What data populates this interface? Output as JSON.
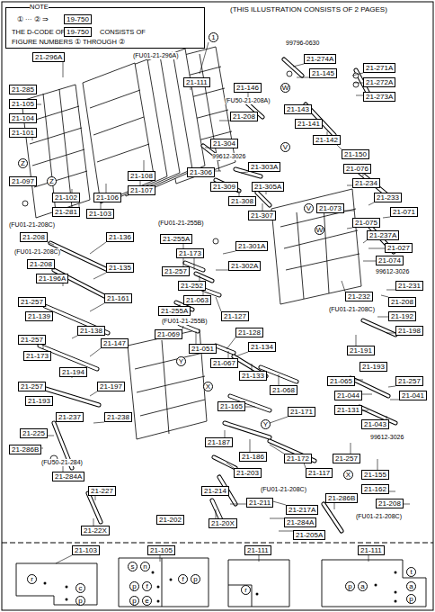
{
  "diagram": {
    "nodes": [
      {
        "text": [
          "NOTE",
          "① ··· ② ⇒",
          "THE D-CODE OF",
          "CONSISTS OF",
          "FIGURE NUMBERS ① THROUGH ②"
        ]
      },
      {
        "text": [
          "19-750"
        ],
        "in": 0
      },
      {
        "text": [
          "19-750"
        ],
        "in": 0
      },
      {
        "text": [
          "1"
        ]
      },
      {
        "text": [
          "21-296A"
        ]
      },
      {
        "text": [
          "21-285"
        ]
      },
      {
        "text": [
          "21-105"
        ]
      },
      {
        "text": [
          "21-104"
        ]
      },
      {
        "text": [
          "21-101"
        ]
      },
      {
        "text": [
          "Z"
        ]
      },
      {
        "text": [
          "21-097"
        ]
      },
      {
        "text": [
          "Z"
        ]
      },
      {
        "text": [
          "21-102"
        ]
      },
      {
        "text": [
          "21-281"
        ]
      },
      {
        "text": [
          "21-103"
        ]
      },
      {
        "text": [
          "21-106"
        ]
      },
      {
        "text": [
          "21-107"
        ]
      },
      {
        "text": [
          "21-108"
        ]
      },
      {
        "text": [
          "21-111"
        ]
      },
      {
        "text": [
          "21-146"
        ]
      },
      {
        "text": [
          "21-208"
        ]
      },
      {
        "text": [
          "21-304"
        ]
      },
      {
        "text": [
          "21-303A"
        ]
      },
      {
        "text": [
          "21-306"
        ]
      },
      {
        "text": [
          "21-309"
        ]
      },
      {
        "text": [
          "21-305A"
        ]
      },
      {
        "text": [
          "21-308"
        ]
      },
      {
        "text": [
          "21-307"
        ]
      },
      {
        "text": [
          "21-255A"
        ]
      },
      {
        "text": [
          "21-173"
        ]
      },
      {
        "text": [
          "21-301A"
        ]
      },
      {
        "text": [
          "21-302A"
        ]
      },
      {
        "text": [
          "21-257"
        ]
      },
      {
        "text": [
          "21-252"
        ]
      },
      {
        "text": [
          "21-063"
        ]
      },
      {
        "text": [
          "21-255A"
        ]
      },
      {
        "text": [
          "21-127"
        ]
      },
      {
        "text": [
          "21-069"
        ]
      },
      {
        "text": [
          "21-128"
        ]
      },
      {
        "text": [
          "21-051"
        ]
      },
      {
        "text": [
          "21-134"
        ]
      },
      {
        "text": [
          "21-067"
        ]
      },
      {
        "text": [
          "21-133"
        ]
      },
      {
        "text": [
          "21-068"
        ]
      },
      {
        "text": [
          "Y"
        ]
      },
      {
        "text": [
          "X"
        ]
      },
      {
        "text": [
          "21-208"
        ]
      },
      {
        "text": [
          "21-136"
        ]
      },
      {
        "text": [
          "21-208"
        ]
      },
      {
        "text": [
          "21-196A"
        ]
      },
      {
        "text": [
          "21-135"
        ]
      },
      {
        "text": [
          "21-257"
        ]
      },
      {
        "text": [
          "21-161"
        ]
      },
      {
        "text": [
          "21-139"
        ]
      },
      {
        "text": [
          "21-138"
        ]
      },
      {
        "text": [
          "21-257"
        ]
      },
      {
        "text": [
          "21-147"
        ]
      },
      {
        "text": [
          "21-173"
        ]
      },
      {
        "text": [
          "21-194"
        ]
      },
      {
        "text": [
          "21-257"
        ]
      },
      {
        "text": [
          "21-197"
        ]
      },
      {
        "text": [
          "21-193"
        ]
      },
      {
        "text": [
          "21-237"
        ]
      },
      {
        "text": [
          "21-238"
        ]
      },
      {
        "text": [
          "21-225"
        ]
      },
      {
        "text": [
          "21-286B"
        ]
      },
      {
        "text": [
          "21-284A"
        ]
      },
      {
        "text": [
          "21-227"
        ]
      },
      {
        "text": [
          "21-22X"
        ]
      },
      {
        "text": [
          "21-165"
        ]
      },
      {
        "text": [
          "21-171"
        ]
      },
      {
        "text": [
          "Y"
        ]
      },
      {
        "text": [
          "21-187"
        ]
      },
      {
        "text": [
          "21-186"
        ]
      },
      {
        "text": [
          "21-172"
        ]
      },
      {
        "text": [
          "21-117"
        ]
      },
      {
        "text": [
          "21-203"
        ]
      },
      {
        "text": [
          "21-214"
        ]
      },
      {
        "text": [
          "21-211"
        ]
      },
      {
        "text": [
          "21-202"
        ]
      },
      {
        "text": [
          "21-20X"
        ]
      },
      {
        "text": [
          "21-217A"
        ]
      },
      {
        "text": [
          "21-284A"
        ]
      },
      {
        "text": [
          "21-205A"
        ]
      },
      {
        "text": [
          "21-286B"
        ]
      },
      {
        "text": [
          "21-274A"
        ]
      },
      {
        "text": [
          "21-145"
        ]
      },
      {
        "text": [
          "W"
        ]
      },
      {
        "text": [
          "21-271A"
        ]
      },
      {
        "text": [
          "21-272A"
        ]
      },
      {
        "text": [
          "21-273A"
        ]
      },
      {
        "text": [
          "21-143"
        ]
      },
      {
        "text": [
          "21-141"
        ]
      },
      {
        "text": [
          "21-142"
        ]
      },
      {
        "text": [
          "21-150"
        ]
      },
      {
        "text": [
          "V"
        ]
      },
      {
        "text": [
          "21-076"
        ]
      },
      {
        "text": [
          "21-234"
        ]
      },
      {
        "text": [
          "21-233"
        ]
      },
      {
        "text": [
          "21-071"
        ]
      },
      {
        "text": [
          "V"
        ]
      },
      {
        "text": [
          "21-073"
        ]
      },
      {
        "text": [
          "21-075"
        ]
      },
      {
        "text": [
          "21-237A"
        ]
      },
      {
        "text": [
          "W"
        ]
      },
      {
        "text": [
          "21-027"
        ]
      },
      {
        "text": [
          "21-074"
        ]
      },
      {
        "text": [
          "21-231"
        ]
      },
      {
        "text": [
          "21-232"
        ]
      },
      {
        "text": [
          "21-208"
        ]
      },
      {
        "text": [
          "21-192"
        ]
      },
      {
        "text": [
          "21-198"
        ]
      },
      {
        "text": [
          "21-191"
        ]
      },
      {
        "text": [
          "21-193"
        ]
      },
      {
        "text": [
          "21-065"
        ]
      },
      {
        "text": [
          "21-257"
        ]
      },
      {
        "text": [
          "21-041"
        ]
      },
      {
        "text": [
          "21-044"
        ]
      },
      {
        "text": [
          "21-131"
        ]
      },
      {
        "text": [
          "21-043"
        ]
      },
      {
        "text": [
          "21-257"
        ]
      },
      {
        "text": [
          "X"
        ]
      },
      {
        "text": [
          "21-155"
        ]
      },
      {
        "text": [
          "21-162"
        ]
      },
      {
        "text": [
          "21-208"
        ]
      },
      {
        "text": [
          "21-103"
        ]
      },
      {
        "text": [
          "21-105"
        ]
      },
      {
        "text": [
          "21-111"
        ]
      },
      {
        "text": [
          "21-111"
        ]
      },
      {
        "text": [
          "r"
        ]
      },
      {
        "text": [
          "c"
        ]
      },
      {
        "text": [
          "p"
        ]
      },
      {
        "text": [
          "s"
        ]
      },
      {
        "text": [
          "n"
        ]
      },
      {
        "text": [
          "f"
        ]
      },
      {
        "text": [
          "p"
        ]
      },
      {
        "text": [
          "p"
        ]
      },
      {
        "text": [
          "f"
        ]
      },
      {
        "text": [
          "p"
        ]
      },
      {
        "text": [
          "e"
        ]
      },
      {
        "text": [
          "r"
        ]
      },
      {
        "text": [
          "t"
        ]
      },
      {
        "text": [
          "p"
        ]
      },
      {
        "text": [
          "a"
        ]
      },
      {
        "text": [
          "a"
        ]
      },
      {
        "text": [
          "p"
        ]
      }
    ],
    "labels": [
      "(THIS ILLUSTRATION CONSISTS OF 2 PAGES)",
      "(FU01-21-296A)",
      "(FU50-21-208A)",
      "99612-3026",
      "(FU01-21-255B)",
      "(FU01-21-255B)",
      "99796-0630",
      "99612-3026",
      "(FU01-21-208C)",
      "(FU01-21-208C)",
      "(FU01-21-208C)",
      "99612-3026",
      "(FU50-21-284)",
      "(FU01-21-208C)",
      "(FU01-21-208C)"
    ]
  }
}
